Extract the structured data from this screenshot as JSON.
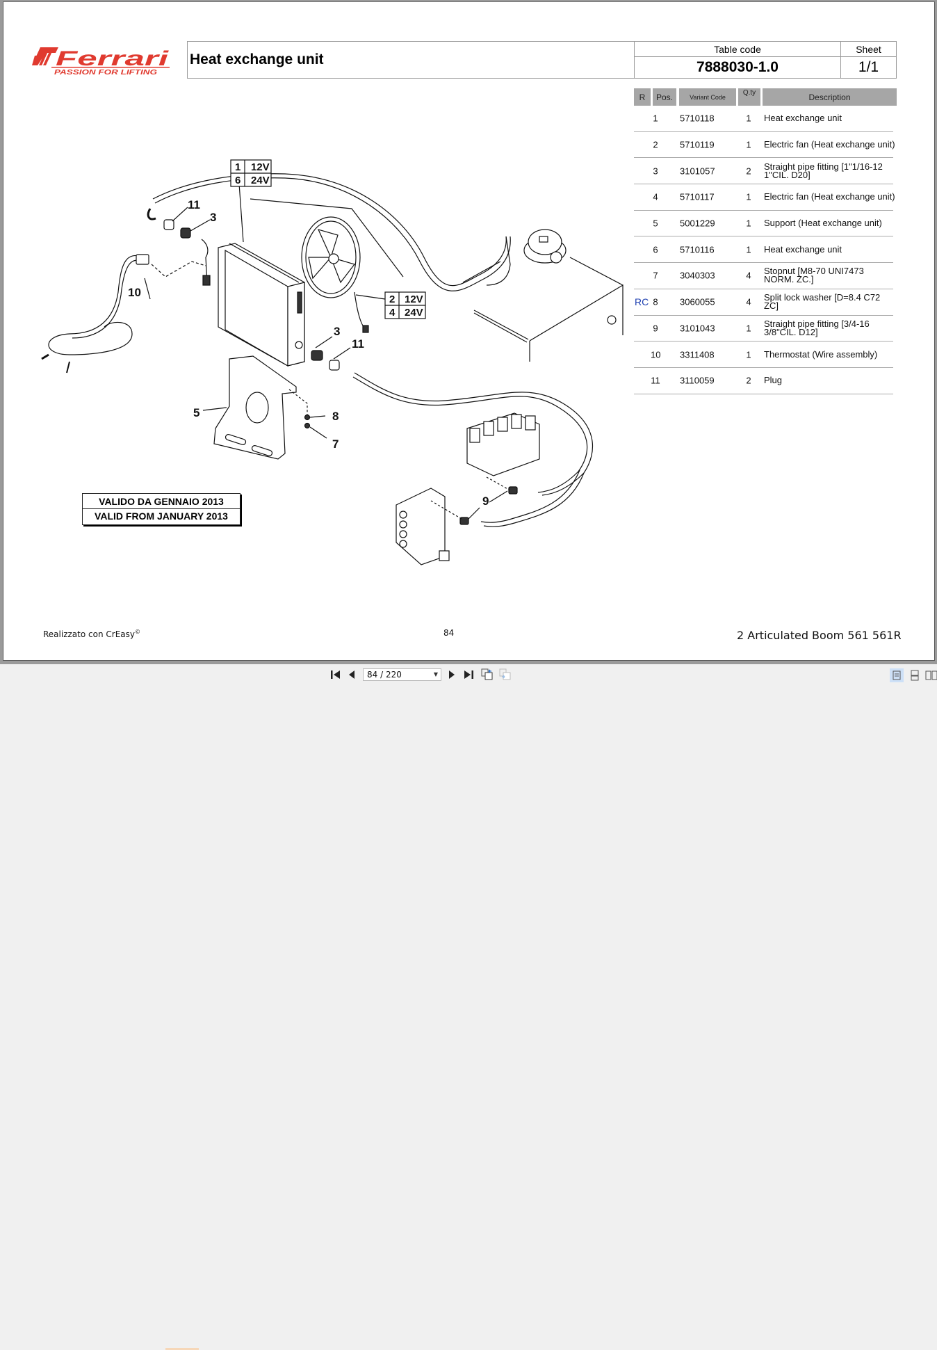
{
  "document": {
    "brand": {
      "name": "Ferrari",
      "tagline": "PASSION FOR LIFTING",
      "color": "#e03a2f"
    },
    "title": "Heat exchange unit",
    "table_code_label": "Table code",
    "table_code": "7888030-1.0",
    "sheet_label": "Sheet",
    "sheet": "1/1"
  },
  "parts_table": {
    "headers": {
      "r": "R",
      "pos": "Pos.",
      "variant_code": "Variant Code",
      "qty": "Q.ty",
      "description": "Description"
    },
    "rows": [
      {
        "r": "",
        "pos": "1",
        "code": "5710118",
        "qty": "1",
        "desc": "Heat exchange unit"
      },
      {
        "r": "",
        "pos": "2",
        "code": "5710119",
        "qty": "1",
        "desc": "Electric fan (Heat exchange unit)"
      },
      {
        "r": "",
        "pos": "3",
        "code": "3101057",
        "qty": "2",
        "desc": "Straight pipe fitting  [1\"1/16-12 1\"CIL. D20]"
      },
      {
        "r": "",
        "pos": "4",
        "code": "5710117",
        "qty": "1",
        "desc": "Electric fan (Heat exchange unit)"
      },
      {
        "r": "",
        "pos": "5",
        "code": "5001229",
        "qty": "1",
        "desc": "Support (Heat exchange unit)"
      },
      {
        "r": "",
        "pos": "6",
        "code": "5710116",
        "qty": "1",
        "desc": "Heat exchange unit"
      },
      {
        "r": "",
        "pos": "7",
        "code": "3040303",
        "qty": "4",
        "desc": "Stopnut  [M8-70 UNI7473 NORM. ZC.]"
      },
      {
        "r": "RC",
        "pos": "8",
        "code": "3060055",
        "qty": "4",
        "desc": "Split lock washer  [D=8.4 C72 ZC]"
      },
      {
        "r": "",
        "pos": "9",
        "code": "3101043",
        "qty": "1",
        "desc": "Straight pipe fitting  [3/4-16 3/8\"CIL. D12]"
      },
      {
        "r": "",
        "pos": "10",
        "code": "3311408",
        "qty": "1",
        "desc": "Thermostat (Wire assembly)"
      },
      {
        "r": "",
        "pos": "11",
        "code": "3110059",
        "qty": "2",
        "desc": "Plug"
      }
    ]
  },
  "diagram": {
    "callouts": [
      "11",
      "3",
      "10",
      "3",
      "11",
      "5",
      "8",
      "7",
      "9"
    ],
    "voltage_table_1": [
      [
        "1",
        "12V"
      ],
      [
        "6",
        "24V"
      ]
    ],
    "voltage_table_2": [
      [
        "2",
        "12V"
      ],
      [
        "4",
        "24V"
      ]
    ]
  },
  "validity": {
    "line_it": "VALIDO  DA GENNAIO 2013",
    "line_en": "VALID FROM JANUARY 2013"
  },
  "footer": {
    "made_with": "Realizzato con CrEasy",
    "copyright_mark": "©",
    "page_number": "84",
    "model": "2 Articulated Boom 561 561R"
  },
  "viewer": {
    "page_indicator": "84 / 220",
    "buttons": [
      "first-page",
      "previous-page",
      "next-page",
      "last-page",
      "previous-view",
      "next-view"
    ],
    "view_modes": [
      "single-page",
      "continuous",
      "facing"
    ]
  }
}
